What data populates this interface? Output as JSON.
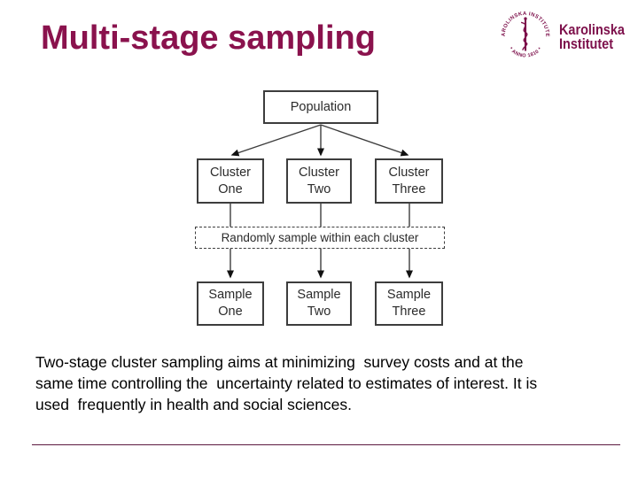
{
  "slide": {
    "title": "Multi-stage sampling",
    "body_lines": [
      "Two-stage cluster sampling aims at minimizing  survey costs and at the",
      "same time controlling the  uncertainty related to estimates of interest. It is",
      "used  frequently in health and social sciences."
    ]
  },
  "logo": {
    "wordmark_line1": "Karolinska",
    "wordmark_line2": "Institutet",
    "seal_top_text": "KAROLINSKA INSTITUTET",
    "seal_bottom_text": "* ANNO 1810 *"
  },
  "diagram": {
    "population_label": "Population",
    "instruction_label": "Randomly sample within each cluster",
    "clusters": [
      {
        "line1": "Cluster",
        "line2": "One"
      },
      {
        "line1": "Cluster",
        "line2": "Two"
      },
      {
        "line1": "Cluster",
        "line2": "Three"
      }
    ],
    "samples": [
      {
        "line1": "Sample",
        "line2": "One"
      },
      {
        "line1": "Sample",
        "line2": "Two"
      },
      {
        "line1": "Sample",
        "line2": "Three"
      }
    ]
  },
  "colors": {
    "title_text": "#8a124d",
    "brand_plum": "#7d104b",
    "footer_line": "#5c1a40",
    "box_border": "#3d3d3d"
  }
}
